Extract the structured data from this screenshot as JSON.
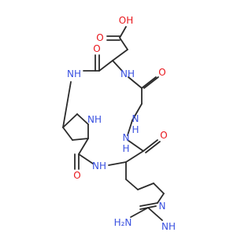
{
  "colors": {
    "bond": "#2b2b2b",
    "nitrogen": "#3b52e0",
    "oxygen": "#e8151b"
  },
  "labels": {
    "oh": "OH",
    "o_acid": "O",
    "o_asp_carbonyl": "O",
    "o_gly_carbonyl": "O",
    "o_arg_carbonyl": "O",
    "o_pro_carbonyl": "O",
    "nh_ring_left": "NH",
    "nh_ring_mid": "NH",
    "nh_gly": "N",
    "nh_gly_h": "H",
    "nh_arg": "N",
    "nh_arg_h": "H",
    "nh_pyrrolidine": "NH",
    "nh_pro_amide": "NH",
    "n_imine": "N",
    "nh2_left": "H₂N",
    "nh_imine_terminal": "NH"
  }
}
